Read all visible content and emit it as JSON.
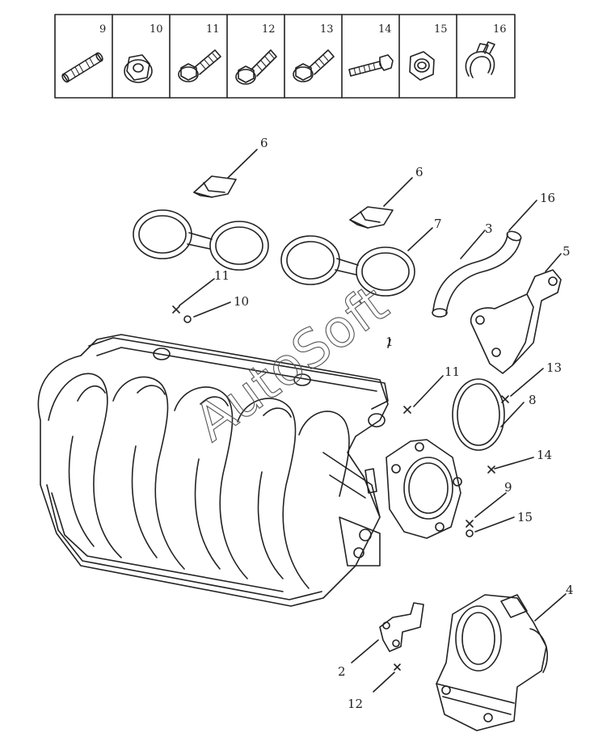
{
  "hardware_table": {
    "cells": [
      {
        "num": "9",
        "icon": "stud-icon"
      },
      {
        "num": "10",
        "icon": "flange-nut-icon"
      },
      {
        "num": "11",
        "icon": "flange-bolt-icon"
      },
      {
        "num": "12",
        "icon": "flange-bolt-icon"
      },
      {
        "num": "13",
        "icon": "flange-bolt-icon"
      },
      {
        "num": "14",
        "icon": "long-bolt-icon"
      },
      {
        "num": "15",
        "icon": "hex-nut-icon"
      },
      {
        "num": "16",
        "icon": "hose-clamp-icon"
      }
    ]
  },
  "callouts": {
    "c6a": "6",
    "c6b": "6",
    "c7": "7",
    "c16": "16",
    "c3": "3",
    "c5": "5",
    "c11a": "11",
    "c10": "10",
    "c1": "1",
    "c11b": "11",
    "c13": "13",
    "c8": "8",
    "c14": "14",
    "c9": "9",
    "c15": "15",
    "c4": "4",
    "c2": "2",
    "c12": "12"
  },
  "watermark": "AutoSoft"
}
